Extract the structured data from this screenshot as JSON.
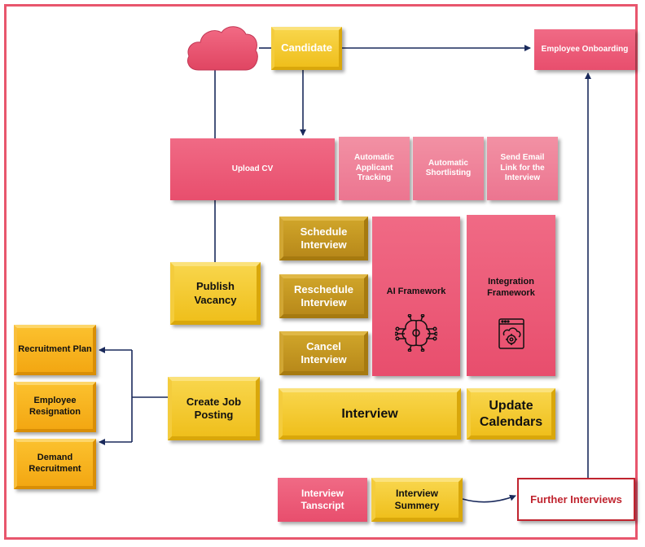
{
  "nodes": {
    "candidate": "Candidate",
    "employee_onboarding": "Employee Onboarding",
    "upload_cv": "Upload CV",
    "automatic_applicant_tracking": "Automatic Applicant Tracking",
    "automatic_shortlisting": "Automatic Shortlisting",
    "send_email_link": "Send Email Link for the Interview",
    "schedule_interview": "Schedule Interview",
    "reschedule_interview": "Reschedule Interview",
    "cancel_interview": "Cancel Interview",
    "ai_framework": "AI Framework",
    "integration_framework": "Integration Framework",
    "publish_vacancy": "Publish Vacancy",
    "recruitment_plan": "Recruitment Plan",
    "employee_resignation": "Employee Resignation",
    "demand_recruitment": "Demand Recruitment",
    "create_job_posting": "Create Job Posting",
    "interview": "Interview",
    "update_calendars": "Update Calendars",
    "interview_transcript": "Interview Tanscript",
    "interview_summary": "Interview Summery",
    "further_interviews": "Further Interviews"
  },
  "icons": {
    "cloud": "cloud-icon",
    "ai": "ai-brain-circuit-icon",
    "integration": "integration-window-gear-icon"
  },
  "colors": {
    "frame": "#e8566d",
    "pink": "#e84e6d",
    "light_pink": "#ec7590",
    "gold": "#efbf1c",
    "dark_gold": "#b8891a",
    "orange": "#f3a712",
    "connector": "#1a2a5c",
    "outline_red": "#c0242f"
  }
}
